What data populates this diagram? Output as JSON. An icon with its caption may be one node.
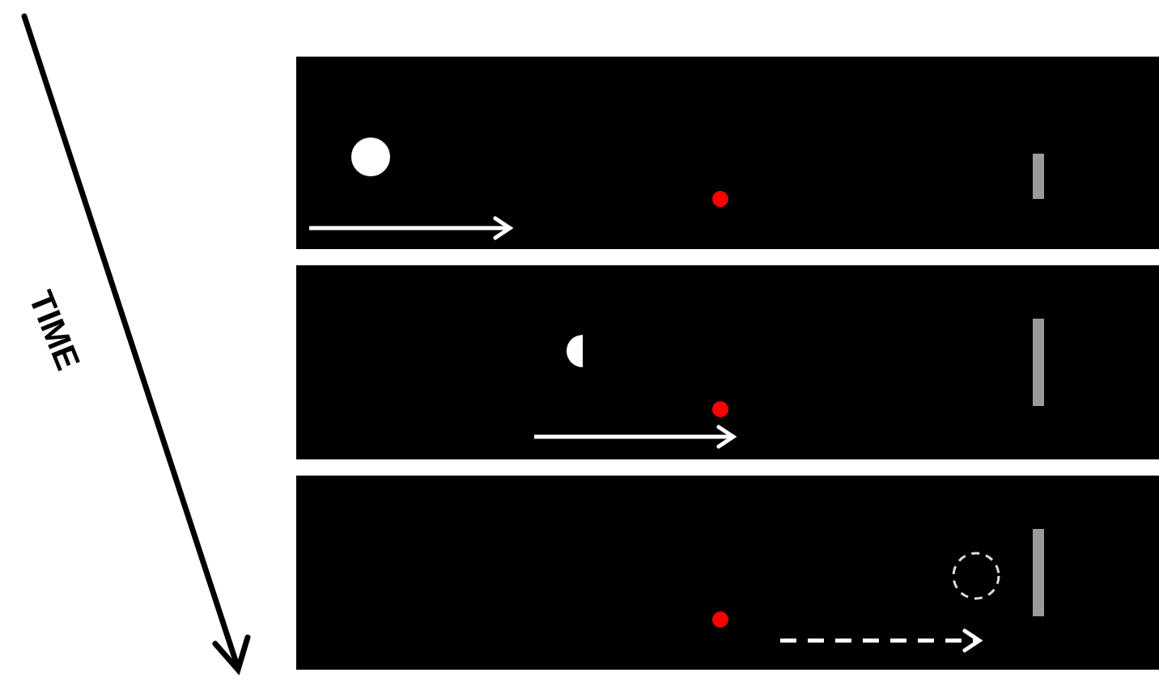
{
  "diagram": {
    "nodes": [
      {
        "text": [],
        "shape": "box"
      },
      {
        "text": [],
        "shape": "box"
      },
      {
        "text": [],
        "shape": "box"
      }
    ],
    "labels": [
      "TIME"
    ]
  }
}
